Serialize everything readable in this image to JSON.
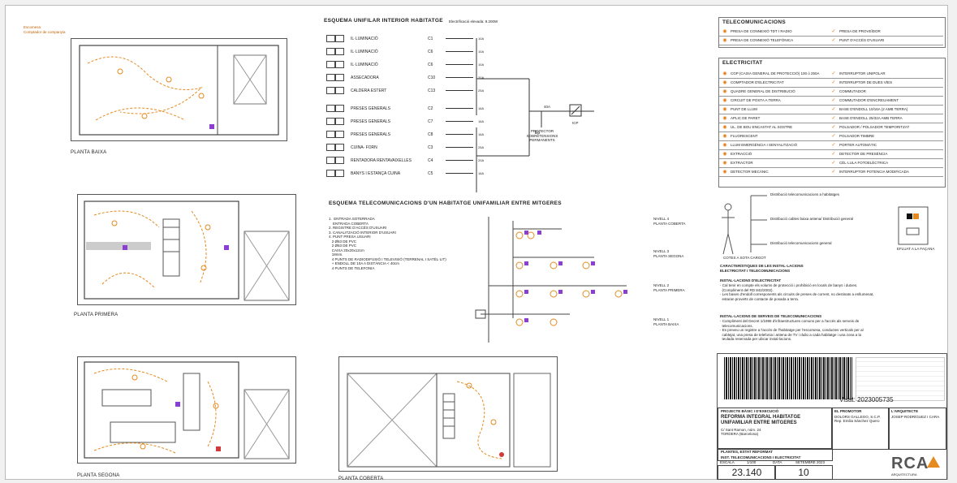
{
  "plans": {
    "baixa": "PLANTA BAIXA",
    "primera": "PLANTA PRIMERA",
    "segona": "PLANTA SEGONA",
    "coberta": "PLANTA COBERTA",
    "top_note": "Escomesa\nComptador de companyia"
  },
  "unifilar": {
    "title": "ESQUEMA UNIFILAR INTERIOR HABITATGE",
    "power": "Electrificació elevada: 9.200W",
    "circuits": [
      {
        "code": "C1",
        "label": "IL·LUMINACIÓ"
      },
      {
        "code": "C6",
        "label": "IL·LUMINACIÓ"
      },
      {
        "code": "C6",
        "label": "IL·LUMINACIÓ"
      },
      {
        "code": "C10",
        "label": "ASSECADORA"
      },
      {
        "code": "C13",
        "label": "CALDERA ESTERT"
      },
      {
        "code": "C2",
        "label": "PRESES GENERALS"
      },
      {
        "code": "C7",
        "label": "PRESES GENERALS"
      },
      {
        "code": "C8",
        "label": "PRESES GENERALS"
      },
      {
        "code": "C3",
        "label": "CUINA- FORN"
      },
      {
        "code": "C4",
        "label": "RENTADORA RENTAVAIXELLES"
      },
      {
        "code": "C5",
        "label": "BANYS I ESTANÇA CUINA"
      }
    ],
    "breakers": [
      "10A",
      "10A",
      "10A",
      "20A",
      "25A",
      "16A",
      "16A",
      "16A",
      "25A",
      "20A",
      "16A"
    ],
    "main": "40A",
    "icp": "ICP",
    "protector": "PROTECTOR SOBRETENSIONS PERMANENTS"
  },
  "telecom_scheme": {
    "title": "ESQUEMA TELECOMUNICACIONS D'UN HABITATGE UNIFAMILIAR ENTRE MITGERES",
    "items": [
      "1.  ENTRADA SOTERRADA",
      "    ENTRADA COBERTA",
      "2. REGISTRE D'ACCÉS D'USUARI",
      "3. CANALITZACIÓ INTERIOR D'USUARI",
      "4. PUNT PRESA USUARI",
      "   2 Ø63 DE PVC",
      "   2 Ø63 DE PVC",
      "   CAIXA 20x20x12cm",
      "   18mm.",
      "   4 PUNTS DE RADIODIFUSIÓ I TELEVISIÓ (TERRENAL I SATÈL·LIT)",
      "   + ENDOLL DE 10A A DISTÀNCIA < 40cm",
      "   4 PUNTS DE TELEFONIA"
    ],
    "levels": [
      "NIVELL 4\nPLANTA COBERTA",
      "NIVELL 3\nPLANTA SEGONA",
      "NIVELL 2\nPLANTA PRIMERA",
      "NIVELL 1\nPLANTA BAIXA"
    ]
  },
  "legend": {
    "telecom_title": "TELECOMUNICACIONS",
    "telecom_rows": [
      [
        "PRESA DE CONNEXIÓ TDT I RADIO",
        "PRESA DE PROVEÏDOR"
      ],
      [
        "PRESA DE CONNEXIÓ TELEFÒNICA",
        "PUNT D'ACCÉS D'USUARI"
      ]
    ],
    "elec_title": "ELECTRICITAT",
    "elec_rows": [
      [
        "CGP (CAIXA GENERAL DE PROTECCIÓ) 100 ó 250A",
        "INTERRUPTOR UNIPOLAR"
      ],
      [
        "COMPTADOR D'ELECTRICITAT",
        "INTERRUPTOR DE DUES VÍES"
      ],
      [
        "QUADRE GENERAL DE DISTRIBUCIÓ",
        "COMMUTADOR"
      ],
      [
        "CIRCUIT DE POSTA A TERRA",
        "COMMUTADOR D'ENCREUAMENT"
      ],
      [
        "PUNT DE LLUM",
        "BASE D'ENDOLL 10/16A (2 AMB TERRA)"
      ],
      [
        "APLIC DE PARET",
        "BASE D'ENDOLL 25/32A AMB TERRA"
      ],
      [
        "UL. DE BOU ENCASTAT AL SOSTRE",
        "POLSADOR / POLSADOR TEMPORITZAT"
      ],
      [
        "FLUORESCENT",
        "POLSADOR TIMBRE"
      ],
      [
        "LLUM EMERGÈNCIA I SENYALITZACIÓ",
        "PORTER AUTOMÀTIC"
      ],
      [
        "EXTRACCIÓ",
        "DETECTOR DE PRESÈNCIA"
      ],
      [
        "EXTRACTOR",
        "CÈL·LULA FOTOELÈCTRICA"
      ],
      [
        "DETECTOR MECÀNIC",
        "INTERRUPTOR POTENCIA MODIFICADA"
      ]
    ],
    "facade_label": "EFLUAT A LA FAÇANA",
    "facade_notes": [
      "Distribució telecomunicacions a habitatges",
      "Distribució cables baixa antena/ Distribució general",
      "Distribució telecomunicacions general"
    ],
    "cotes": "COTES A SOTA CARGOT"
  },
  "notes": {
    "title1": "CARACTERÍSTIQUES DE LES INSTAL·LACIONS",
    "title2": "ELECTRICITAT I TELECOMUNICACIONS",
    "elec_head": "INSTAL·LACIONS D'ELECTRICITAT",
    "elec_lines": [
      "- Cal tenir en compte els volums de protecció i prohibició en locals de banys i dutxes.",
      "  (Compliment del RD 842/2002).",
      "- Les bases d'endoll corresponents als circuits de preses de corrent, no destinats a enllumenat,",
      "  estaran proveïts de contacte de posada a terra."
    ],
    "tele_head": "INSTAL·LACIONS DE SERVEIS DE TELECOMUNICACIONS",
    "tele_lines": [
      "- Compliment del Decret 1/1998 d'infraestructures comuns per a l'accés als serveis de",
      "  telecomunicacions.",
      "- Es preveu un registre a l'accés de l'habitatge per l'escomesa, conductes verticals per al",
      "  cablejat, una presa de telefonia i antena de TV i ràdio a cada habitatge i una zona a la",
      "  teulada reservada per ubicar instal·lacions."
    ]
  },
  "titleblock": {
    "visat": "Visat: 2023005735",
    "project_kind": "PROJECTE BÀSIC I D'EXECUCIÓ",
    "project_title": "REFORMA INTEGRAL HABITATGE UNIFAMILIAR ENTRE MITGERES",
    "address": "C/ Sant Ramon, núm. 24\nTORDERA (Barcelona)",
    "promoter_head": "EL PROMOTOR",
    "promoter": "DOLORS GALLEGO, S.C.P.\nRep. Emilia Sánchez Quero",
    "architect_head": "L'ARQUITECTE",
    "architect": "JOSEP RODRÍGUEZ I CARA",
    "sheet_title": "PLANTES, ESTAT REFORMAT",
    "sheet_subtitle": "INST. TELECOMUNICACIONS I ELECTRICITAT",
    "escala_label": "ESCALA",
    "escala": "1/100",
    "data_label": "DATA",
    "data": "SETEMBRE 2023",
    "number": "23.140",
    "sheet_no": "10",
    "logo": "RCA",
    "logo_sub": "ARQUITECTURA"
  }
}
